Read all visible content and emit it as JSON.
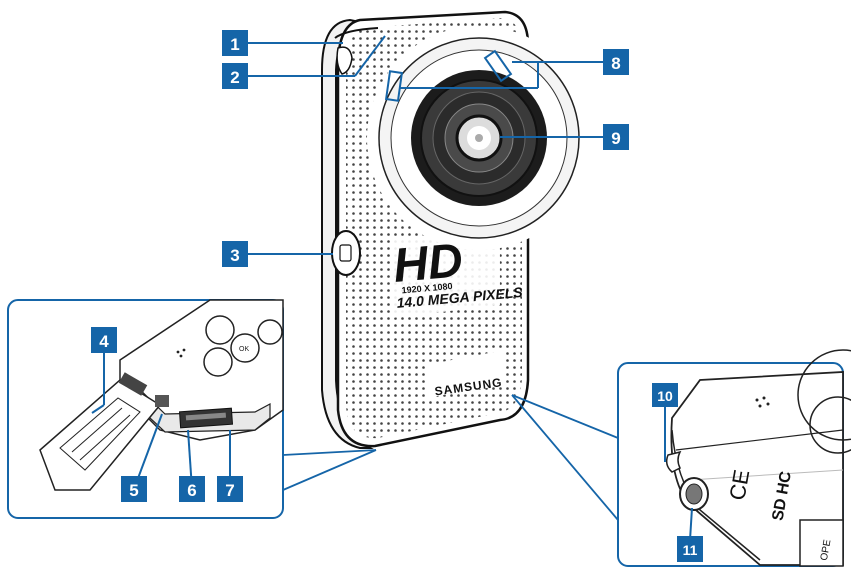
{
  "callouts": [
    {
      "id": "1",
      "label": "1"
    },
    {
      "id": "2",
      "label": "2"
    },
    {
      "id": "3",
      "label": "3"
    },
    {
      "id": "4",
      "label": "4"
    },
    {
      "id": "5",
      "label": "5"
    },
    {
      "id": "6",
      "label": "6"
    },
    {
      "id": "7",
      "label": "7"
    },
    {
      "id": "8",
      "label": "8"
    },
    {
      "id": "9",
      "label": "9"
    },
    {
      "id": "10",
      "label": "10"
    },
    {
      "id": "11",
      "label": "11"
    }
  ],
  "device_print": {
    "hd": "HD",
    "resolution": "1920 X 1080",
    "megapixels": "14.0 MEGA PIXELS",
    "brand": "SAMSUNG",
    "mini_ok": "OK",
    "open_label": "OPE",
    "ce_mark": "CE",
    "sd_mark": "SD HC"
  },
  "colors": {
    "callout_fill": "#1565a8",
    "callout_text": "#ffffff",
    "line": "#1565a8",
    "inset_border": "#1565a8",
    "body_outline": "#111111"
  }
}
